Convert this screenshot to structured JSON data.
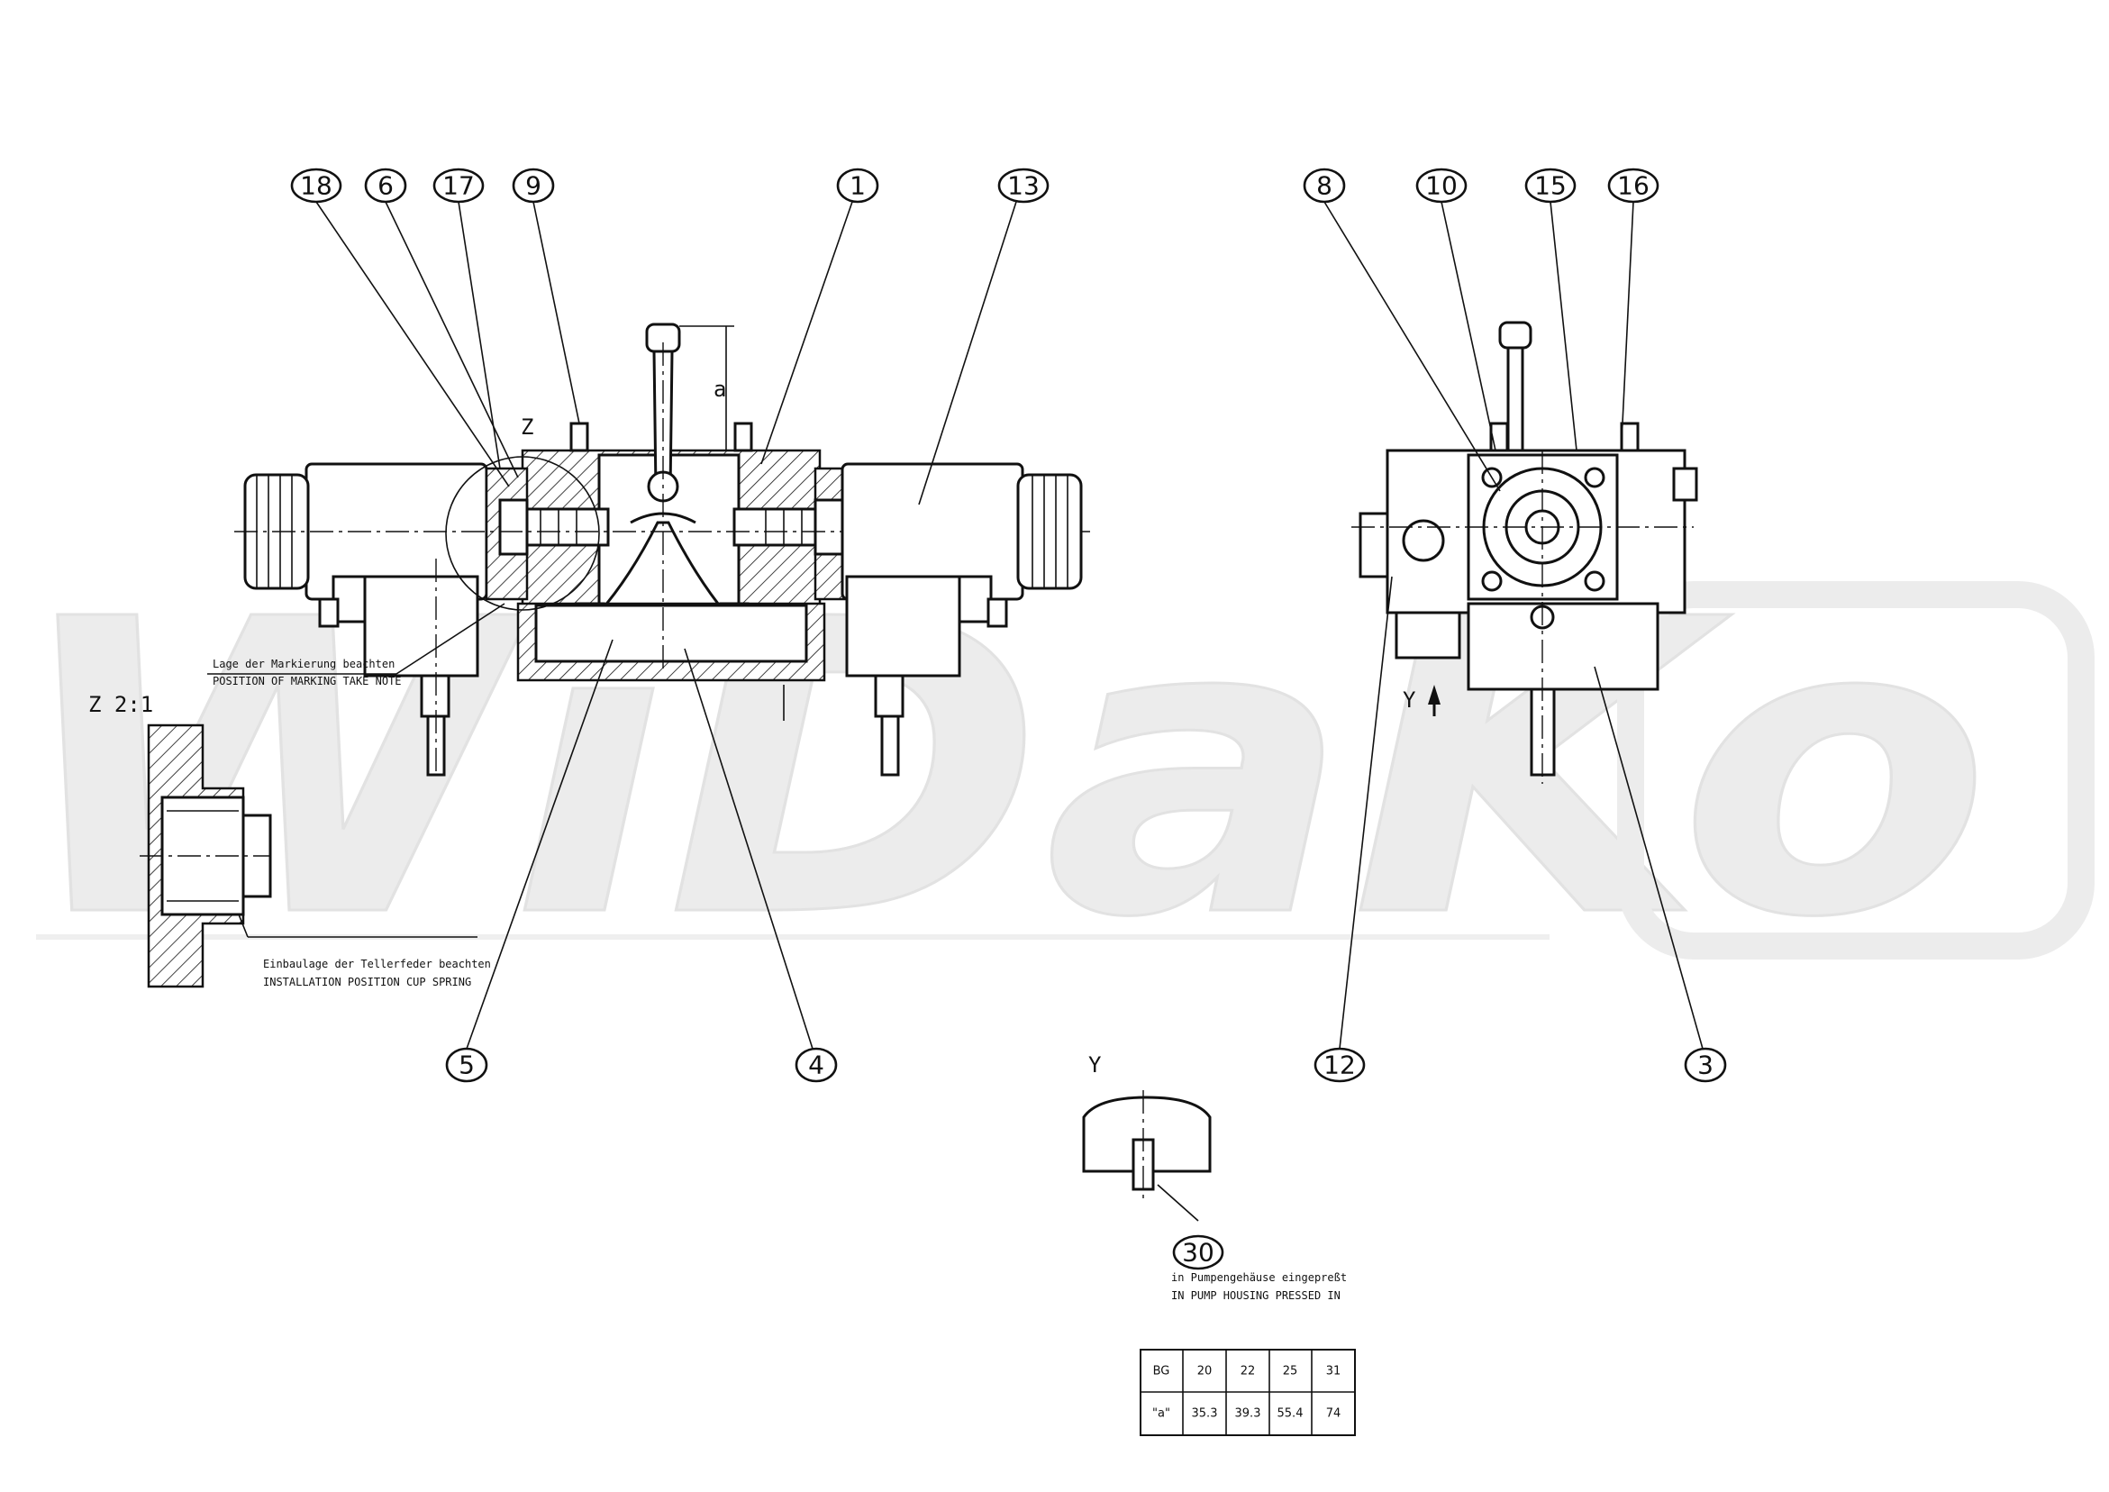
{
  "watermark": "WiDaKo",
  "callouts": [
    "18",
    "6",
    "17",
    "9",
    "1",
    "13",
    "8",
    "10",
    "15",
    "16",
    "5",
    "4",
    "12",
    "3",
    "30"
  ],
  "labels": {
    "section_z": "Z",
    "detail_z": "Z 2:1",
    "view_y_arrow": "Y",
    "view_y_title": "Y",
    "dim_a": "a"
  },
  "notes": {
    "marking_de": "Lage der Markierung beachten",
    "marking_en": "POSITION OF MARKING TAKE NOTE",
    "spring_de": "Einbaulage der Tellerfeder beachten",
    "spring_en": "INSTALLATION POSITION CUP SPRING",
    "pressed_de": "in Pumpengehäuse eingepreßt",
    "pressed_en": "IN PUMP HOUSING PRESSED IN"
  },
  "dimension_table": {
    "header": [
      "BG",
      "20",
      "22",
      "25",
      "31"
    ],
    "row": [
      "\"a\"",
      "35.3",
      "39.3",
      "55.4",
      "74"
    ]
  }
}
